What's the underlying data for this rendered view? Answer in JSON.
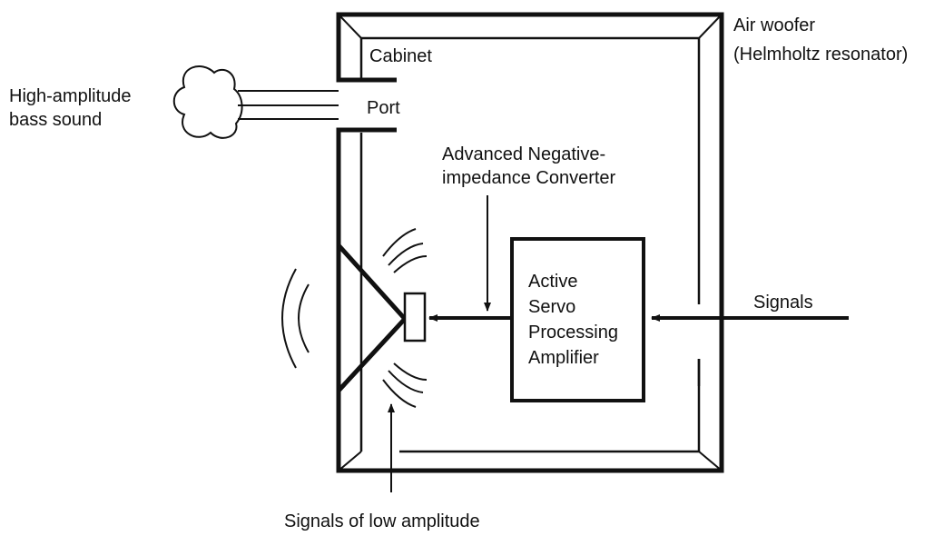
{
  "labels": {
    "air_woofer_line1": "Air woofer",
    "air_woofer_line2": "(Helmholtz resonator)",
    "cabinet": "Cabinet",
    "bass_line1": "High-amplitude",
    "bass_line2": "bass sound",
    "port": "Port",
    "converter_line1": "Advanced Negative-",
    "converter_line2": "impedance Converter",
    "amp_line1": "Active",
    "amp_line2": "Servo",
    "amp_line3": "Processing",
    "amp_line4": "Amplifier",
    "signals": "Signals",
    "low_amplitude": "Signals of low amplitude"
  },
  "icons": {
    "cloud": "sound-cloud-icon",
    "speaker": "speaker-driver-icon",
    "arrow": "arrow-icon"
  },
  "colors": {
    "ink": "#111111",
    "background": "#ffffff"
  }
}
